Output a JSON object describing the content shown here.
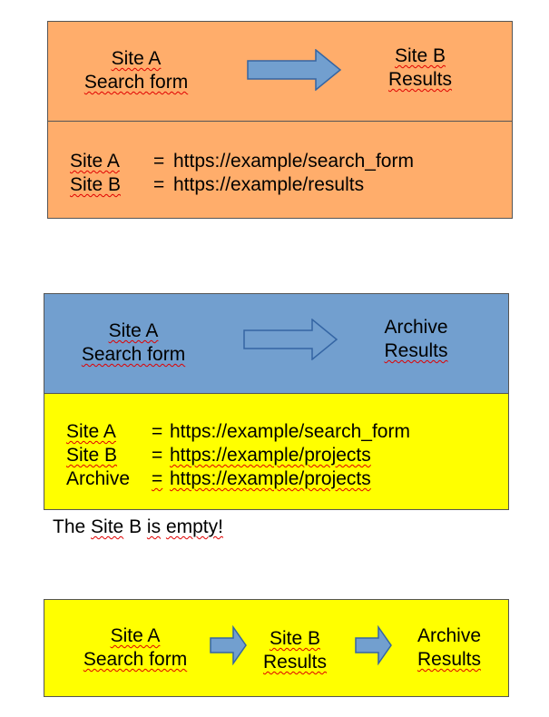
{
  "colors": {
    "orange": "#ffad6b",
    "steel_blue": "#729fcf",
    "yellow": "#ffff00",
    "arrow_fill": "#729fcf",
    "arrow_stroke": "#3465a4",
    "border": "#555555",
    "squiggle": "#e00000"
  },
  "diagram1": {
    "left_line1": "Site A",
    "left_line2": "Search form",
    "right_line1": "Site B",
    "right_line2": "Results",
    "rows": [
      {
        "name": "Site A",
        "eq": "=",
        "url": "https://example/search_form"
      },
      {
        "name": "Site B",
        "eq": "=",
        "url": "https://example/results"
      }
    ]
  },
  "diagram2": {
    "left_line1": "Site A",
    "left_line2": "Search form",
    "right_line1": "Archive",
    "right_line2": "Results",
    "rows": [
      {
        "name": "Site A",
        "eq": "=",
        "url": "https://example/search_form"
      },
      {
        "name": "Site B",
        "eq": "=",
        "url": "https://example/projects"
      },
      {
        "name": "Archive",
        "eq": "=",
        "url": "https://example/projects"
      }
    ],
    "note_words": [
      "The",
      "Site",
      "B",
      "is",
      "empty!"
    ]
  },
  "diagram3": {
    "left_line1": "Site A",
    "left_line2": "Search form",
    "mid_line1": "Site B",
    "mid_line2": "Results",
    "right_line1": "Archive",
    "right_line2": "Results"
  }
}
